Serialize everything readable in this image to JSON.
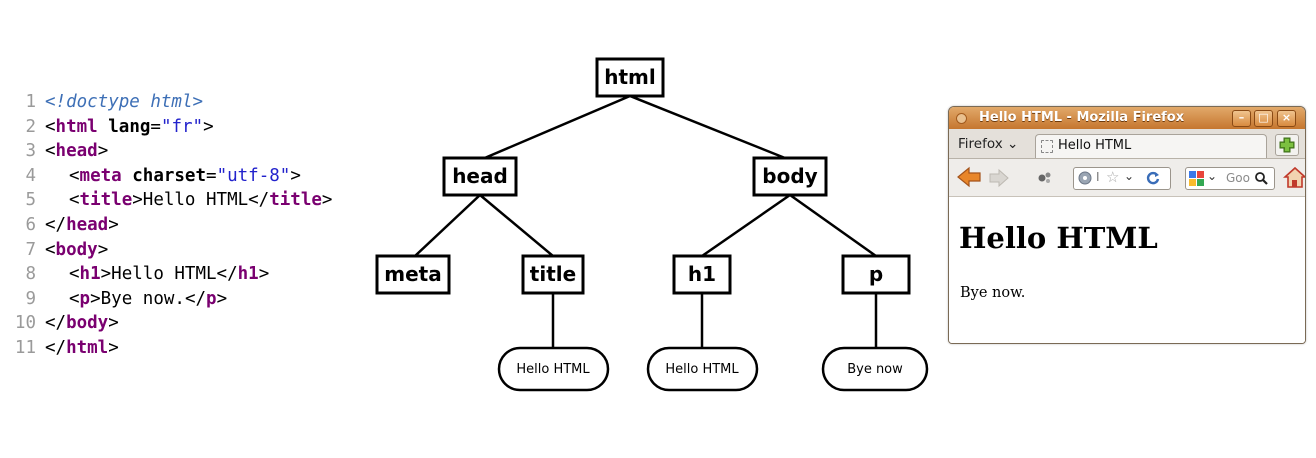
{
  "code": {
    "lines": [
      {
        "n": "1",
        "doctype": "<!doctype html>"
      },
      {
        "n": "2",
        "open": "<",
        "tag": "html",
        "sp": " ",
        "attr": "lang",
        "eq": "=",
        "val": "\"fr\"",
        "close": ">"
      },
      {
        "n": "3",
        "open": "<",
        "tag": "head",
        "close": ">"
      },
      {
        "n": "4",
        "open": "<",
        "tag": "meta",
        "sp": " ",
        "attr": "charset",
        "eq": "=",
        "val": "\"utf-8\"",
        "close": ">"
      },
      {
        "n": "5",
        "open": "<",
        "tag": "title",
        "close": ">",
        "text": "Hello HTML",
        "endopen": "</",
        "endtag": "title",
        "endclose": ">"
      },
      {
        "n": "6",
        "open": "</",
        "tag": "head",
        "close": ">"
      },
      {
        "n": "7",
        "open": "<",
        "tag": "body",
        "close": ">"
      },
      {
        "n": "8",
        "open": "<",
        "tag": "h1",
        "close": ">",
        "text": "Hello HTML",
        "endopen": "</",
        "endtag": "h1",
        "endclose": ">"
      },
      {
        "n": "9",
        "open": "<",
        "tag": "p",
        "close": ">",
        "text": "Bye now.",
        "endopen": "</",
        "endtag": "p",
        "endclose": ">"
      },
      {
        "n": "10",
        "open": "</",
        "tag": "body",
        "close": ">"
      },
      {
        "n": "11",
        "open": "</",
        "tag": "html",
        "close": ">"
      }
    ]
  },
  "tree": {
    "html": "html",
    "head": "head",
    "body": "body",
    "meta": "meta",
    "title": "title",
    "h1": "h1",
    "p": "p",
    "leaf_title_text": "Hello HTML",
    "leaf_h1_text": "Hello HTML",
    "leaf_p_text": "Bye now"
  },
  "browser": {
    "window_title": "Hello HTML - Mozilla Firefox",
    "menu_label": "Firefox",
    "tab_title": "Hello HTML",
    "search_placeholder": "Goo",
    "page_heading": "Hello HTML",
    "page_paragraph": "Bye now.",
    "titlebar_color": "#c5762f"
  }
}
